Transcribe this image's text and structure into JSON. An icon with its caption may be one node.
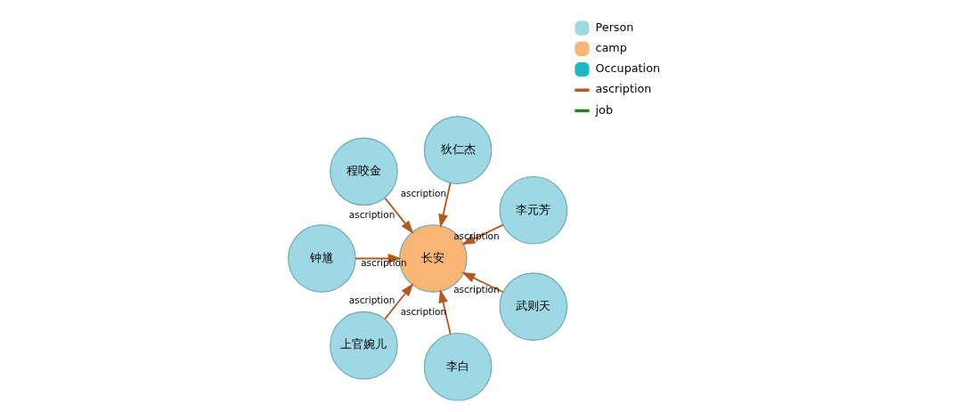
{
  "diagram": {
    "nodes": [
      {
        "text": [
          "李元芳"
        ]
      },
      {
        "text": [
          "狄仁杰"
        ]
      },
      {
        "text": [
          "程咬金"
        ]
      },
      {
        "text": [
          "钟馗"
        ]
      },
      {
        "text": [
          "长安"
        ]
      },
      {
        "text": [
          "上官婉儿"
        ]
      },
      {
        "text": [
          "李白"
        ]
      },
      {
        "text": [
          "武则天"
        ]
      }
    ],
    "edges": [
      {
        "from": 0,
        "to": 4,
        "arrow": "to",
        "label": "ascription"
      },
      {
        "from": 1,
        "to": 4,
        "arrow": "to",
        "label": "ascription"
      },
      {
        "from": 2,
        "to": 4,
        "arrow": "to",
        "label": "ascription"
      },
      {
        "from": 3,
        "to": 4,
        "arrow": "to",
        "label": "ascription"
      },
      {
        "from": 5,
        "to": 4,
        "arrow": "to",
        "label": "ascription"
      },
      {
        "from": 6,
        "to": 4,
        "arrow": "to",
        "label": "ascription"
      },
      {
        "from": 7,
        "to": 4,
        "arrow": "to",
        "label": "ascription"
      }
    ],
    "legend": [
      {
        "text": "Person",
        "color": "#9dd8e4"
      },
      {
        "text": "camp",
        "color": "#f9b574"
      },
      {
        "text": "Occupation",
        "color": "#1bb8c8"
      },
      {
        "text": "ascription"
      },
      {
        "text": "job"
      }
    ]
  }
}
